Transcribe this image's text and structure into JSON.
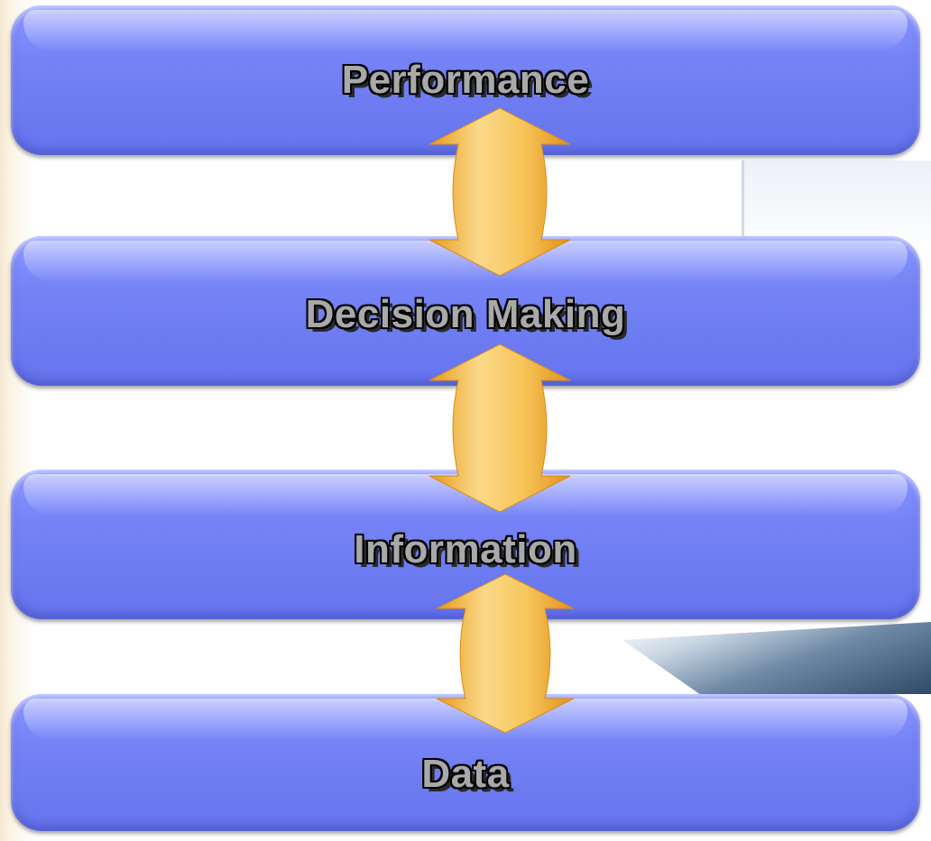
{
  "diagram": {
    "layers": [
      {
        "id": "performance",
        "label": "Performance"
      },
      {
        "id": "decision-making",
        "label": "Decision Making"
      },
      {
        "id": "information",
        "label": "Information"
      },
      {
        "id": "data",
        "label": "Data"
      }
    ],
    "connector_type": "double-headed-arrow",
    "colors": {
      "layer_fill": "#7583f6",
      "arrow_fill": "#f2b13a",
      "label_fill": "#a9a9a9",
      "label_outline": "#000000"
    }
  }
}
